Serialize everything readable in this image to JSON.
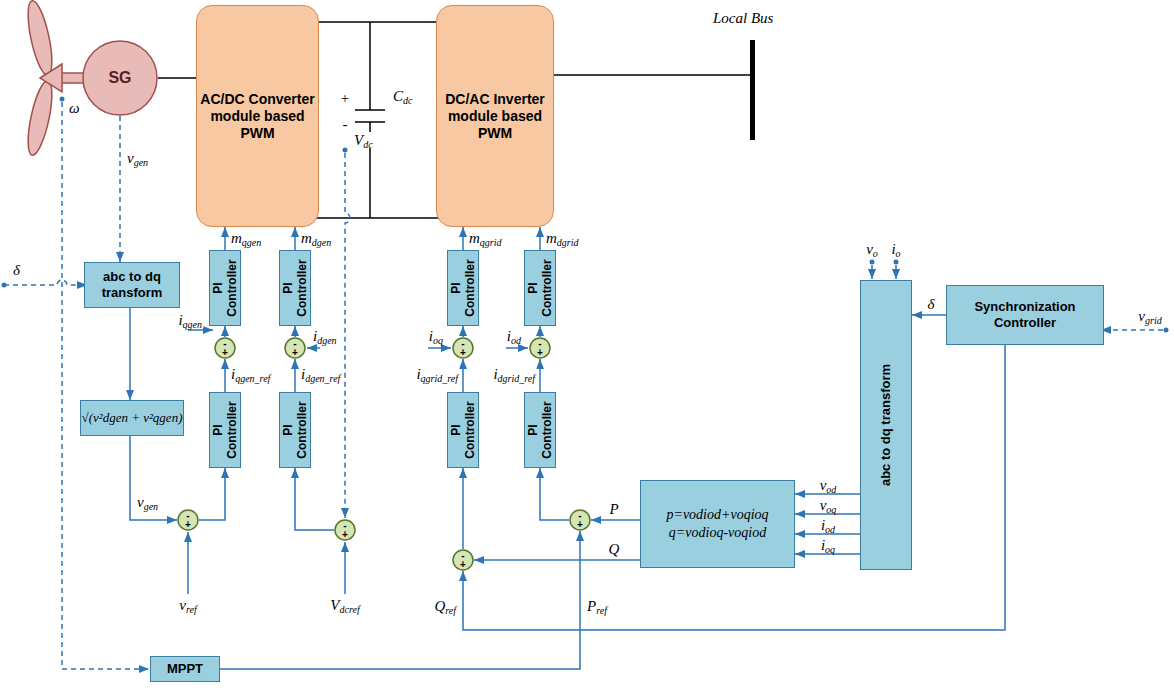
{
  "diagram": {
    "nodes": [
      {
        "text": [
          "SG"
        ]
      },
      {
        "text": [
          "AC/DC Converter module based PWM"
        ]
      },
      {
        "text": [
          "DC/AC Inverter module based PWM"
        ]
      },
      {
        "text": [
          "abc to dq transform"
        ]
      },
      {
        "text": [
          "√(v²dgen + v²qgen)"
        ]
      },
      {
        "text": [
          "PI Controller"
        ]
      },
      {
        "text": [
          "PI Controller"
        ]
      },
      {
        "text": [
          "-",
          "+"
        ]
      },
      {
        "text": [
          "-",
          "+"
        ]
      },
      {
        "text": [
          "PI Controller"
        ]
      },
      {
        "text": [
          "PI Controller"
        ]
      },
      {
        "text": [
          "-",
          "+"
        ]
      },
      {
        "text": [
          "-",
          "+"
        ]
      },
      {
        "text": [
          "PI Controller"
        ]
      },
      {
        "text": [
          "PI Controller"
        ]
      },
      {
        "text": [
          "-",
          "+"
        ]
      },
      {
        "text": [
          "-",
          "+"
        ]
      },
      {
        "text": [
          "PI Controller"
        ]
      },
      {
        "text": [
          "PI Controller"
        ]
      },
      {
        "text": [
          "-",
          "+"
        ]
      },
      {
        "text": [
          "-",
          "+"
        ]
      },
      {
        "text": [
          "p=vodiod+voqioq",
          "q=vodioq-voqiod"
        ]
      },
      {
        "text": [
          "abc to dq transform"
        ]
      },
      {
        "text": [
          "Synchronization Controller"
        ]
      },
      {
        "text": [
          "MPPT"
        ]
      }
    ],
    "edges": [
      {
        "from": 0,
        "to": 1,
        "arrow": "none"
      },
      {
        "from": 1,
        "to": 2,
        "arrow": "none"
      },
      {
        "from": 0,
        "to": 3,
        "arrow": "to",
        "label": "vgen"
      },
      {
        "from": 3,
        "to": 4,
        "arrow": "to"
      },
      {
        "from": 4,
        "to": 11,
        "arrow": "to",
        "label": "vgen"
      },
      {
        "from": 11,
        "to": 9,
        "arrow": "to"
      },
      {
        "from": 9,
        "to": 7,
        "arrow": "to"
      },
      {
        "from": 7,
        "to": 5,
        "arrow": "to"
      },
      {
        "from": 5,
        "to": 1,
        "arrow": "to",
        "label": "mqgen"
      },
      {
        "from": 12,
        "to": 10,
        "arrow": "to"
      },
      {
        "from": 10,
        "to": 8,
        "arrow": "to"
      },
      {
        "from": 8,
        "to": 6,
        "arrow": "to"
      },
      {
        "from": 6,
        "to": 1,
        "arrow": "to",
        "label": "mdgen"
      },
      {
        "from": 23,
        "to": 22,
        "arrow": "to",
        "label": "δ"
      },
      {
        "from": 22,
        "to": 21,
        "arrow": "to",
        "label": "vod"
      },
      {
        "from": 22,
        "to": 21,
        "arrow": "to",
        "label": "voq"
      },
      {
        "from": 22,
        "to": 21,
        "arrow": "to",
        "label": "iod"
      },
      {
        "from": 22,
        "to": 21,
        "arrow": "to",
        "label": "ioq"
      },
      {
        "from": 21,
        "to": 20,
        "arrow": "to",
        "label": "P"
      },
      {
        "from": 21,
        "to": 19,
        "arrow": "to",
        "label": "Q"
      },
      {
        "from": 24,
        "to": 20,
        "arrow": "to",
        "label": "Pref"
      },
      {
        "from": 23,
        "to": 19,
        "arrow": "to",
        "label": "Qref"
      },
      {
        "from": 20,
        "to": 18,
        "arrow": "to"
      },
      {
        "from": 18,
        "to": 16,
        "arrow": "to"
      },
      {
        "from": 16,
        "to": 14,
        "arrow": "to"
      },
      {
        "from": 14,
        "to": 2,
        "arrow": "to",
        "label": "mdgrid"
      },
      {
        "from": 19,
        "to": 17,
        "arrow": "to"
      },
      {
        "from": 17,
        "to": 15,
        "arrow": "to"
      },
      {
        "from": 15,
        "to": 13,
        "arrow": "to"
      },
      {
        "from": 13,
        "to": 2,
        "arrow": "to",
        "label": "mqgrid"
      }
    ],
    "labels": [
      "Local Bus",
      "ω",
      "δ",
      "Cdc",
      "Vdc",
      "iqgen",
      "idgen",
      "iqgen_ref",
      "idgen_ref",
      "vref",
      "Vdcref",
      "ioq",
      "iod",
      "iqgrid_ref",
      "idgrid_ref",
      "vo",
      "io",
      "vgrid",
      "+",
      "-"
    ]
  }
}
